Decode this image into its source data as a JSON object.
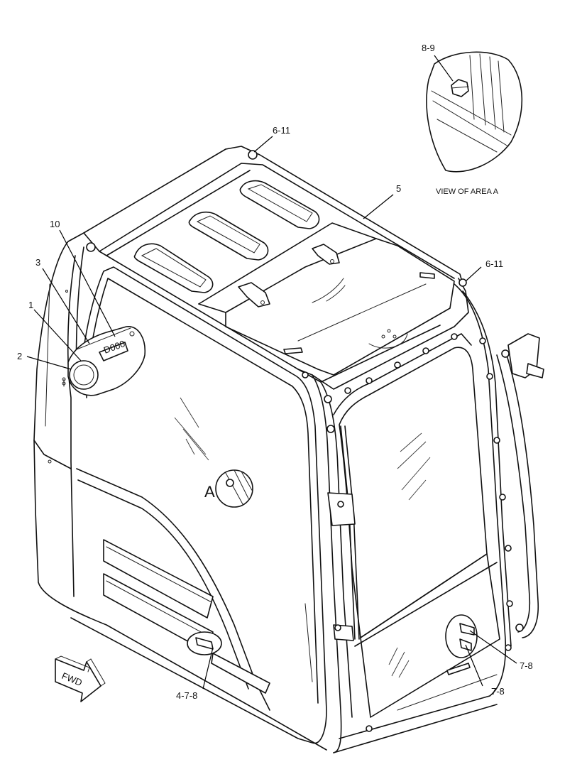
{
  "diagram": {
    "callouts": {
      "c_8_9": "8-9",
      "c_6_11_top": "6-11",
      "c_5": "5",
      "c_6_11_right": "6-11",
      "c_10": "10",
      "c_3": "3",
      "c_1": "1",
      "c_2": "2",
      "c_4_7_8": "4-7-8",
      "c_7_8_a": "7-8",
      "c_7_8_b": "7-8"
    },
    "view_caption": "VIEW OF AREA A",
    "area_label": "A",
    "fwd_label": "FWD",
    "panel_text": "D000"
  }
}
